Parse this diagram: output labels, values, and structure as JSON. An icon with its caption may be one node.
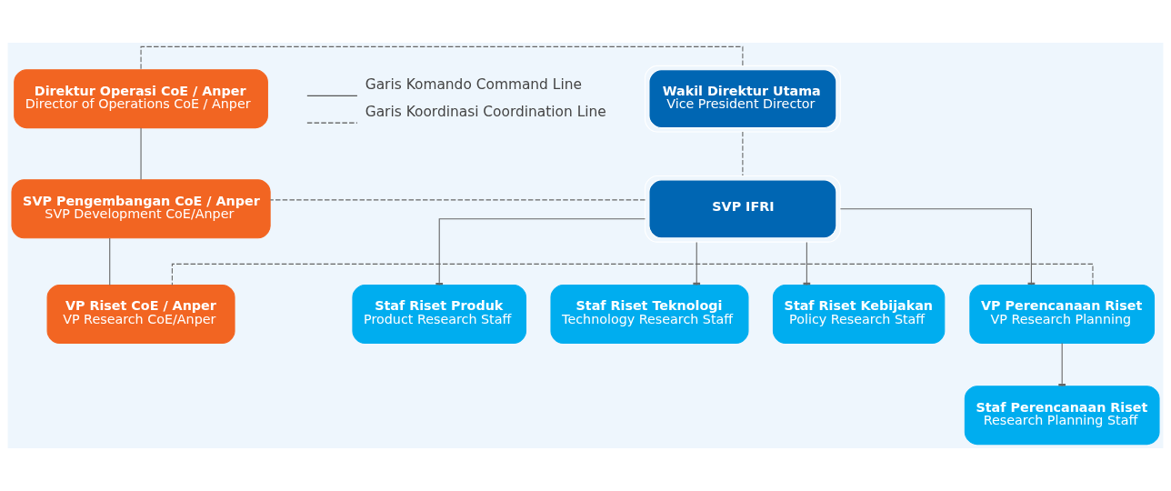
{
  "diagram": {
    "nodes": [
      {
        "text": [
          "Wakil Direktur Utama",
          "Vice President Director"
        ]
      },
      {
        "text": [
          "SVP IFRI"
        ]
      },
      {
        "text": [
          "Direktur Operasi CoE / Anper",
          "Director of Operations CoE / Anper"
        ]
      },
      {
        "text": [
          "SVP Pengembangan CoE / Anper",
          "SVP Development CoE/Anper"
        ]
      },
      {
        "text": [
          "VP Perencanaan Riset",
          "VP Research Planning"
        ]
      },
      {
        "text": [
          "VP Riset CoE / Anper",
          "VP Research CoE/Anper"
        ]
      },
      {
        "text": [
          "Staf Riset Produk",
          "Product Research Staff"
        ]
      },
      {
        "text": [
          "Staf Riset Teknologi",
          "Technology Research Staff"
        ]
      },
      {
        "text": [
          "Staf Riset Kebijakan",
          "Policy Research Staff"
        ]
      },
      {
        "text": [
          "Staf Perencanaan Riset",
          "Research Planning Staff"
        ]
      }
    ],
    "edges": [
      {
        "from": 0,
        "to": 1,
        "arrow": "none",
        "style": "dashed"
      },
      {
        "from": 0,
        "to": 2,
        "arrow": "none",
        "style": "dashed"
      },
      {
        "from": 1,
        "to": 3,
        "arrow": "none",
        "style": "dashed"
      },
      {
        "from": 2,
        "to": 3,
        "arrow": "none"
      },
      {
        "from": 3,
        "to": 5,
        "arrow": "none"
      },
      {
        "from": 1,
        "to": 6,
        "arrow": "other"
      },
      {
        "from": 1,
        "to": 7,
        "arrow": "other"
      },
      {
        "from": 1,
        "to": 8,
        "arrow": "other"
      },
      {
        "from": 1,
        "to": 4,
        "arrow": "other"
      },
      {
        "from": 4,
        "to": 9,
        "arrow": "other"
      },
      {
        "from": 4,
        "to": 5,
        "arrow": "none",
        "style": "dashed"
      }
    ],
    "legend": [
      {
        "text": "Garis Komando Command Line"
      },
      {
        "text": "Garis Koordinasi Coordination Line"
      }
    ]
  }
}
